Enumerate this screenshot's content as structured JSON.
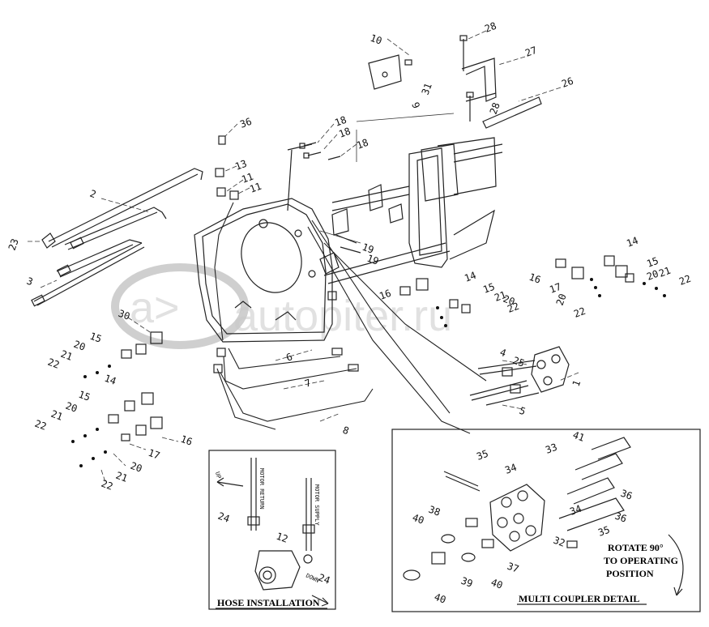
{
  "watermark": {
    "text": "autopiter.ru",
    "logo": "a>"
  },
  "insets": {
    "hose": {
      "title": "HOSE INSTALLATION",
      "up": "UP",
      "down": "DOWN",
      "motor_return": "MOTOR RETURN",
      "motor_supply": "MOTOR SUPPLY"
    },
    "coupler": {
      "title": "MULTI COUPLER DETAIL",
      "note_line1": "ROTATE 90°",
      "note_line2": "TO OPERATING",
      "note_line3": "POSITION"
    }
  },
  "callouts": [
    "10",
    "28",
    "27",
    "9",
    "31",
    "28",
    "26",
    "36",
    "18",
    "18",
    "18",
    "13",
    "11",
    "11",
    "2",
    "23",
    "3",
    "19",
    "19",
    "14",
    "15",
    "21",
    "22",
    "20",
    "16",
    "17",
    "20",
    "22",
    "16",
    "14",
    "15",
    "21",
    "20",
    "22",
    "30",
    "15",
    "20",
    "21",
    "22",
    "14",
    "15",
    "20",
    "21",
    "22",
    "17",
    "20",
    "21",
    "22",
    "16",
    "6",
    "7",
    "8",
    "4",
    "25",
    "5",
    "1",
    "41",
    "35",
    "34",
    "33",
    "36",
    "38",
    "40",
    "36",
    "34",
    "35",
    "32",
    "37",
    "39",
    "40",
    "40",
    "24",
    "12",
    "24"
  ]
}
